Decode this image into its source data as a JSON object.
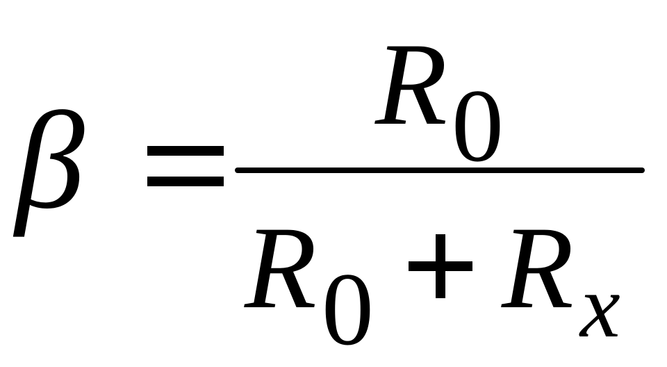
{
  "formula": {
    "lhs": "β",
    "numerator": {
      "symbol": "R",
      "subscript": "0"
    },
    "denominator": {
      "term1_symbol": "R",
      "term1_subscript": "0",
      "term2_symbol": "R",
      "term2_subscript": "x"
    }
  }
}
